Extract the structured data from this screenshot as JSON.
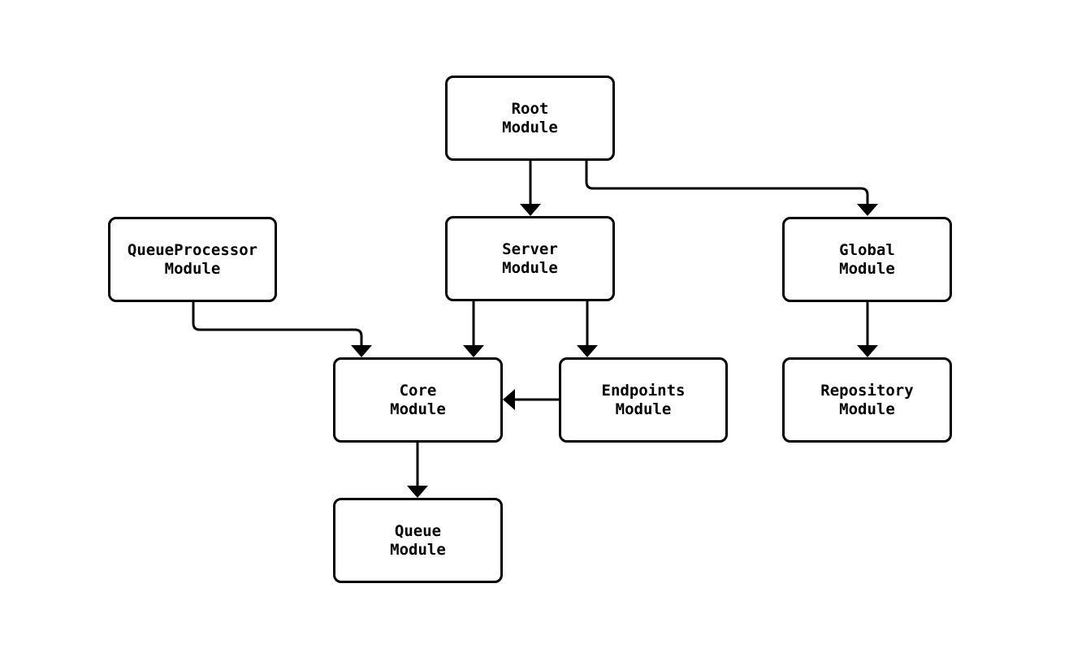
{
  "diagram": {
    "type": "module-dependency-flowchart",
    "background_color": "#ffffff",
    "node_fill_color": "#ffffff",
    "node_border_color": "#000000",
    "edge_color": "#000000",
    "text_color": "#000000",
    "nodes": [
      {
        "id": "root",
        "line1": "Root",
        "line2": "Module"
      },
      {
        "id": "queueprocessor",
        "line1": "QueueProcessor",
        "line2": "Module"
      },
      {
        "id": "server",
        "line1": "Server",
        "line2": "Module"
      },
      {
        "id": "global",
        "line1": "Global",
        "line2": "Module"
      },
      {
        "id": "core",
        "line1": "Core",
        "line2": "Module"
      },
      {
        "id": "endpoints",
        "line1": "Endpoints",
        "line2": "Module"
      },
      {
        "id": "repository",
        "line1": "Repository",
        "line2": "Module"
      },
      {
        "id": "queue",
        "line1": "Queue",
        "line2": "Module"
      }
    ],
    "edges": [
      {
        "from": "root",
        "to": "server"
      },
      {
        "from": "root",
        "to": "global"
      },
      {
        "from": "queueprocessor",
        "to": "core"
      },
      {
        "from": "server",
        "to": "core"
      },
      {
        "from": "server",
        "to": "endpoints"
      },
      {
        "from": "endpoints",
        "to": "core"
      },
      {
        "from": "global",
        "to": "repository"
      },
      {
        "from": "core",
        "to": "queue"
      }
    ]
  }
}
